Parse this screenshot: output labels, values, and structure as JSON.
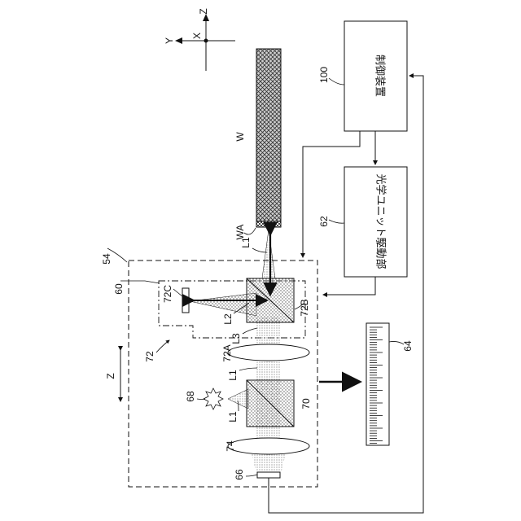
{
  "axes": {
    "z": "Z",
    "y": "Y",
    "x": "X",
    "scan_z": "Z"
  },
  "refs": {
    "n54": "54",
    "n60": "60",
    "n62": "62",
    "n64": "64",
    "n66": "66",
    "n68": "68",
    "n70": "70",
    "n72": "72",
    "n72A": "72A",
    "n72B": "72B",
    "n72C": "72C",
    "n74": "74",
    "n100": "100"
  },
  "workpiece": {
    "W": "W",
    "WA": "WA"
  },
  "beams": {
    "L1_top": "L1",
    "L1_mid": "L1",
    "L1_bottom": "L1",
    "L2": "L2",
    "L3": "L3"
  },
  "boxes": {
    "controller": "制御装置",
    "drive_unit": "光学ユニット駆動部"
  }
}
